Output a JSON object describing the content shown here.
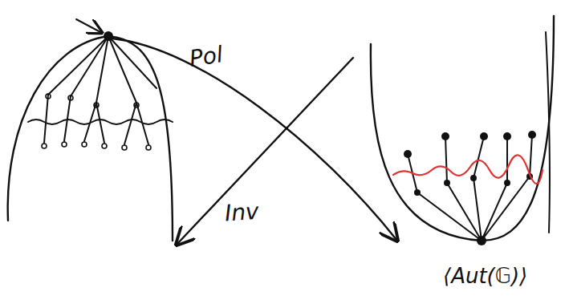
{
  "diagram": {
    "labels": [
      "Pol",
      "Inv",
      "⟨Aut(𝔾)⟩"
    ]
  }
}
